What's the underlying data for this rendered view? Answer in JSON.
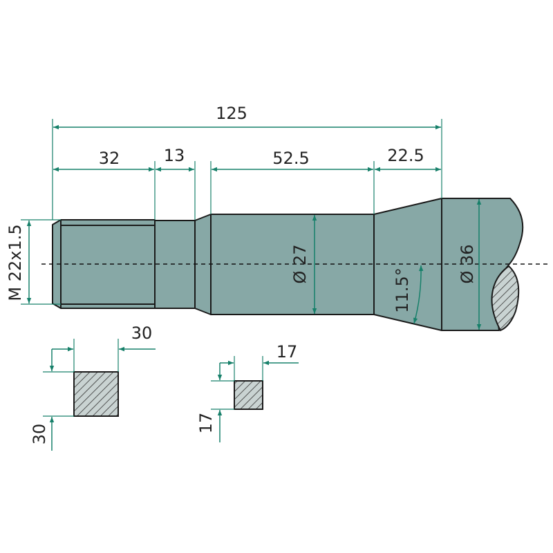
{
  "dimensions": {
    "total_length": "125",
    "thread_length": "32",
    "neck_length": "13",
    "shaft_length": "52.5",
    "cone_length": "22.5",
    "thread": "M 22x1.5",
    "shaft_diameter": "Ø 27",
    "head_diameter": "Ø 36",
    "cone_angle": "11.5°"
  },
  "sections": {
    "large": {
      "width": "30",
      "height": "30"
    },
    "small": {
      "width": "17",
      "height": "17"
    }
  },
  "colors": {
    "part_fill": "#87a8a6",
    "dimension": "#17806a"
  }
}
